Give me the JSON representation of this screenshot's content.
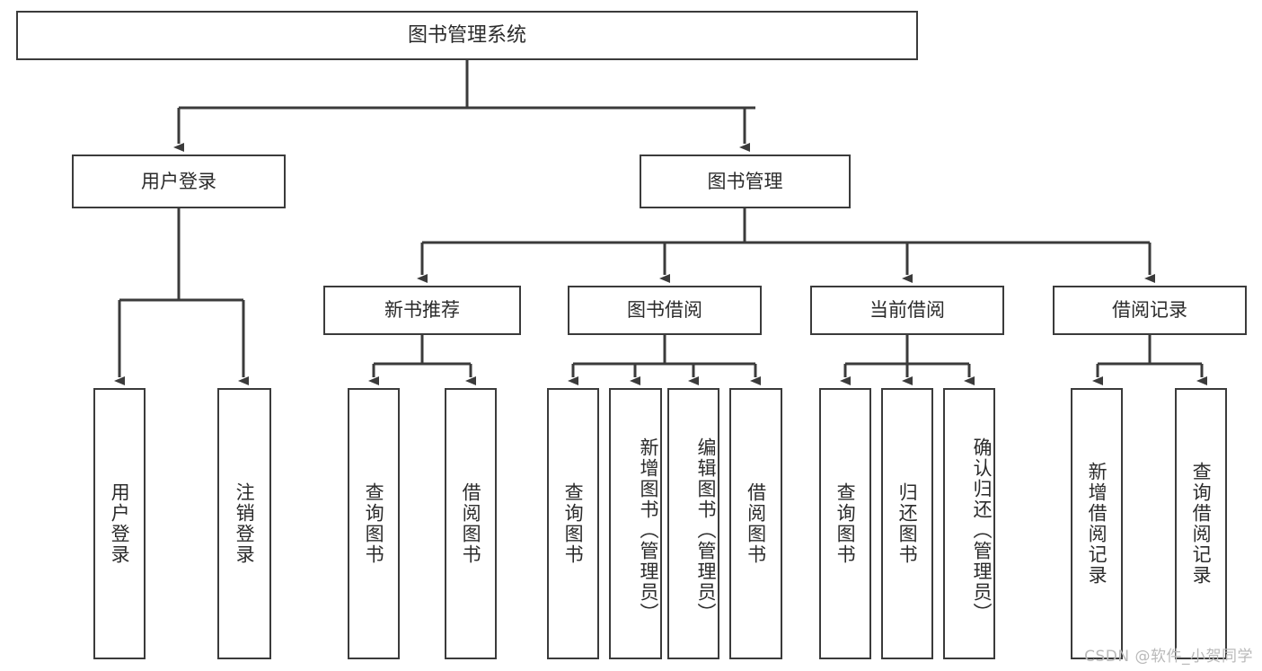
{
  "diagram": {
    "title": "图书管理系统",
    "type": "tree-hierarchy",
    "root": {
      "id": "root",
      "label": "图书管理系统"
    },
    "level2": [
      {
        "id": "user-login",
        "label": "用户登录"
      },
      {
        "id": "book-manage",
        "label": "图书管理"
      }
    ],
    "level3": [
      {
        "id": "new-book-rec",
        "label": "新书推荐"
      },
      {
        "id": "book-borrow",
        "label": "图书借阅"
      },
      {
        "id": "current-borrow",
        "label": "当前借阅"
      },
      {
        "id": "borrow-record",
        "label": "借阅记录"
      }
    ],
    "leaves": {
      "user_login": [
        {
          "id": "leaf-user-login",
          "label": "用户登录"
        },
        {
          "id": "leaf-logout-login",
          "label": "注销登录"
        }
      ],
      "new_book_rec": [
        {
          "id": "leaf-query-book-1",
          "label": "查询图书"
        },
        {
          "id": "leaf-borrow-book-1",
          "label": "借阅图书"
        }
      ],
      "book_borrow": [
        {
          "id": "leaf-query-book-2",
          "label": "查询图书"
        },
        {
          "id": "leaf-add-book",
          "label": "新增图书（管理员）"
        },
        {
          "id": "leaf-edit-book",
          "label": "编辑图书（管理员）"
        },
        {
          "id": "leaf-borrow-book-2",
          "label": "借阅图书"
        }
      ],
      "current_borrow": [
        {
          "id": "leaf-query-book-3",
          "label": "查询图书"
        },
        {
          "id": "leaf-return-book",
          "label": "归还图书"
        },
        {
          "id": "leaf-confirm-return",
          "label": "确认归还（管理员）"
        }
      ],
      "borrow_record": [
        {
          "id": "leaf-add-record",
          "label": "新增借阅记录"
        },
        {
          "id": "leaf-query-record",
          "label": "查询借阅记录"
        }
      ]
    }
  },
  "watermark": {
    "text": "CSDN @软件_小贺同学"
  },
  "colors": {
    "stroke": "#3b3b3b",
    "background": "#ffffff",
    "text": "#2b2b2b",
    "watermark": "#b9b9b9"
  }
}
